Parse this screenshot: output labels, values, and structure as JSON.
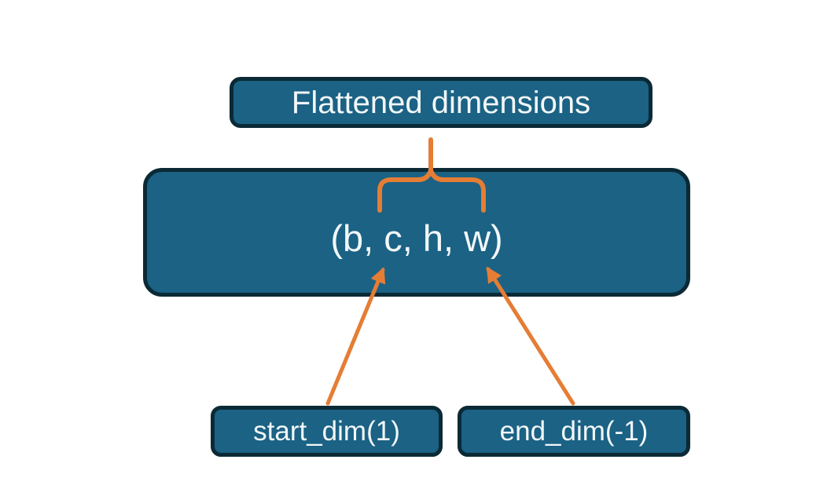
{
  "diagram": {
    "title_node": {
      "label": "Flattened dimensions"
    },
    "tensor_node": {
      "label": "(b, c, h, w)"
    },
    "start_dim_node": {
      "label": "start_dim(1)"
    },
    "end_dim_node": {
      "label": "end_dim(-1)"
    }
  },
  "colors": {
    "node_fill": "#1B6284",
    "node_border": "#0B2A36",
    "accent": "#E57D35",
    "text_color": "#F2F7F9",
    "background": "#FFFFFF"
  }
}
